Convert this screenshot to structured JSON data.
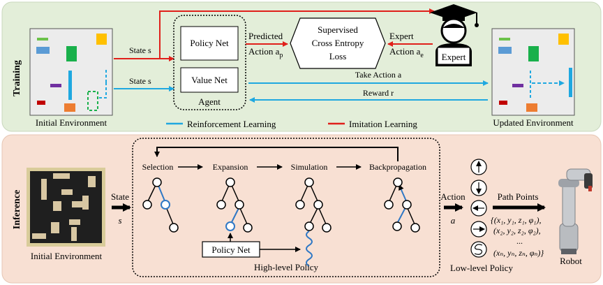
{
  "colors": {
    "training_bg": "#e3eed9",
    "inference_bg": "#f8e0d3",
    "rl_arrow": "#1fa8e0",
    "il_arrow": "#e0201b",
    "tree_highlight": "#2f78c5",
    "env_bg": "#ececec"
  },
  "training": {
    "section_label": "Training",
    "state_label_top": "State s",
    "state_label_bottom": "State s",
    "policy_net": "Policy Net",
    "value_net": "Value Net",
    "agent": "Agent",
    "predicted_action_line1": "Predicted",
    "predicted_action_line2": "Action a",
    "predicted_action_sub": "p",
    "loss_line1": "Supervised",
    "loss_line2": "Cross Entropy",
    "loss_line3": "Loss",
    "expert_action_line1": "Expert",
    "expert_action_line2": "Action a",
    "expert_action_sub": "e",
    "expert": "Expert",
    "take_action": "Take Action a",
    "reward": "Reward r",
    "initial_env": "Initial Environment",
    "updated_env": "Updated Environment",
    "legend_rl": "Reinforcement Learning",
    "legend_il": "Imitation Learning"
  },
  "inference": {
    "section_label": "Inference",
    "initial_env": "Initial Environment",
    "state_line1": "State",
    "state_line2": "s",
    "stages": [
      "Selection",
      "Expansion",
      "Simulation",
      "Backpropagation"
    ],
    "policy_net": "Policy Net",
    "high_level_policy": "High-level Policy",
    "action_line1": "Action",
    "action_line2": "a",
    "low_level_policy": "Low-level Policy",
    "path_points": "Path Points",
    "path_lines": [
      "{(x₁, y₁, z₁, φ₁),",
      "(x₂, y₂, z₂, φ₂),",
      "...",
      "(xₙ, yₙ, zₙ, φₙ)}"
    ],
    "robot": "Robot"
  }
}
